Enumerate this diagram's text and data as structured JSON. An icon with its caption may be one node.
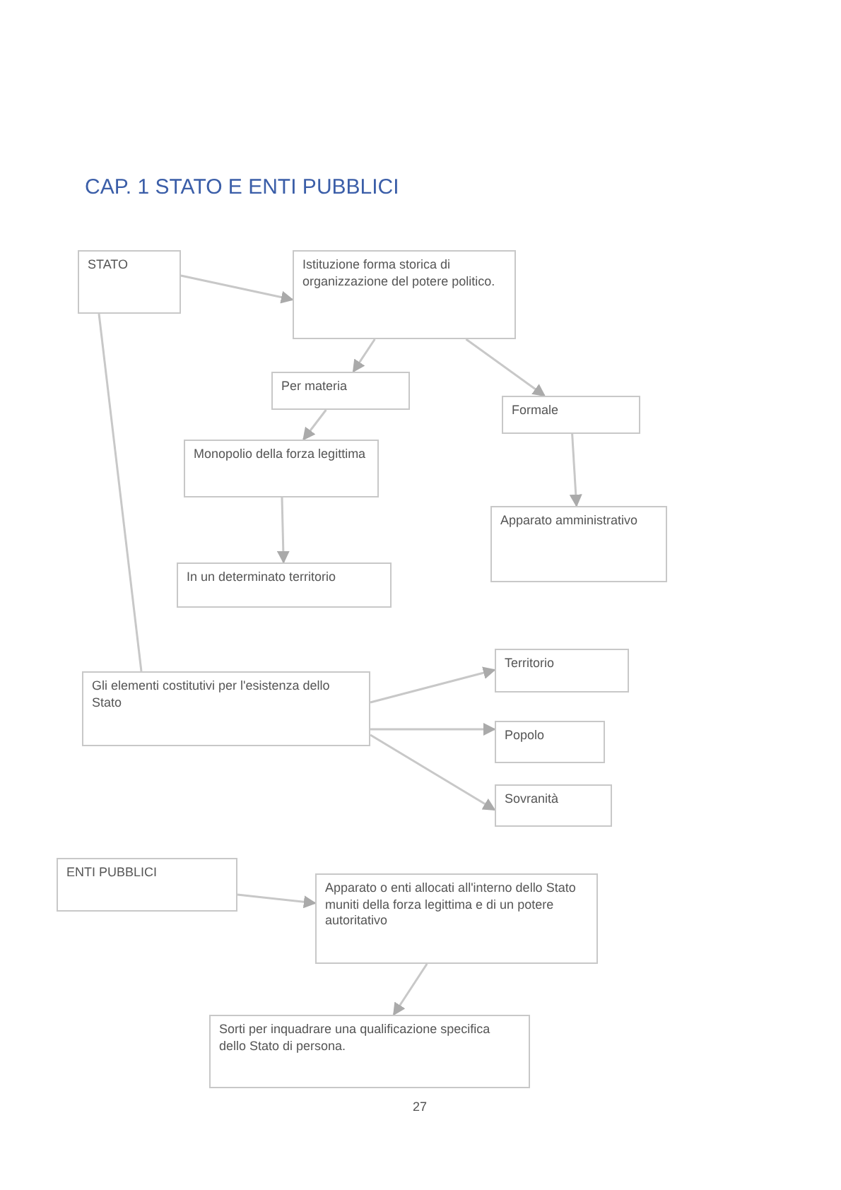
{
  "diagram": {
    "title": "CAP. 1 STATO E ENTI PUBBLICI",
    "nodes": [
      {
        "text": [
          "STATO"
        ]
      },
      {
        "text": [
          "Istituzione forma storica di organizzazione del potere politico."
        ]
      },
      {
        "text": [
          "Per materia"
        ]
      },
      {
        "text": [
          "Formale"
        ]
      },
      {
        "text": [
          "Monopolio della forza legittima"
        ]
      },
      {
        "text": [
          "Apparato amministrativo"
        ]
      },
      {
        "text": [
          "In un determinato territorio"
        ]
      },
      {
        "text": [
          "Gli elementi costitutivi per l'esistenza dello Stato"
        ]
      },
      {
        "text": [
          "Territorio"
        ]
      },
      {
        "text": [
          "Popolo"
        ]
      },
      {
        "text": [
          "Sovranità"
        ]
      },
      {
        "text": [
          "ENTI PUBBLICI"
        ]
      },
      {
        "text": [
          "Apparato o enti allocati all'interno dello Stato muniti della forza legittima e di un potere autoritativo"
        ]
      },
      {
        "text": [
          "Sorti per inquadrare una qualificazione specifica dello Stato di persona."
        ]
      }
    ],
    "edges": [
      {
        "from": 0,
        "to": 1,
        "arrow": "to"
      },
      {
        "from": 1,
        "to": 2,
        "arrow": "to"
      },
      {
        "from": 1,
        "to": 3,
        "arrow": "to"
      },
      {
        "from": 2,
        "to": 4,
        "arrow": "to"
      },
      {
        "from": 3,
        "to": 5,
        "arrow": "to"
      },
      {
        "from": 4,
        "to": 6,
        "arrow": "to"
      },
      {
        "from": 0,
        "to": 7,
        "arrow": "none"
      },
      {
        "from": 7,
        "to": 8,
        "arrow": "to"
      },
      {
        "from": 7,
        "to": 9,
        "arrow": "to"
      },
      {
        "from": 7,
        "to": 10,
        "arrow": "to"
      },
      {
        "from": 11,
        "to": 12,
        "arrow": "to"
      },
      {
        "from": 12,
        "to": 13,
        "arrow": "to"
      }
    ],
    "labels": [
      "27"
    ]
  }
}
